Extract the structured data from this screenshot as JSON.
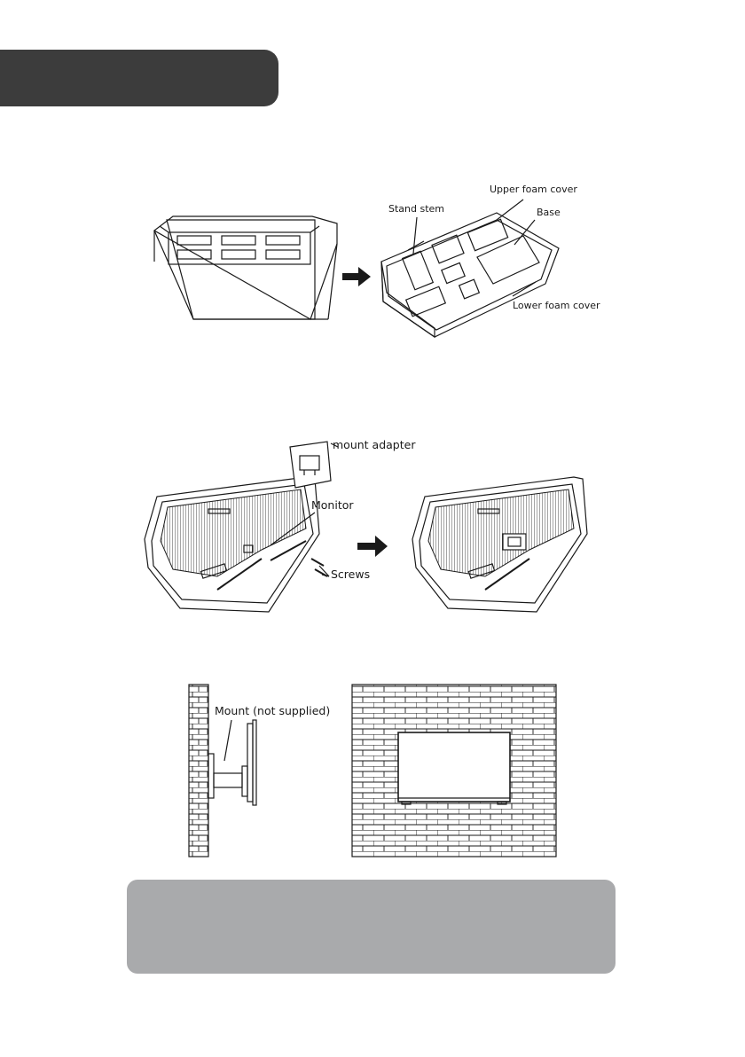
{
  "figure_unpack": {
    "labels": {
      "upper_foam_cover": "Upper foam cover",
      "stand_stem": "Stand stem",
      "base": "Base",
      "lower_foam_cover": "Lower foam cover"
    }
  },
  "figure_mount": {
    "labels": {
      "mount_adapter": "mount adapter",
      "monitor": "Monitor",
      "screws": "Screws"
    }
  },
  "figure_wall": {
    "labels": {
      "mount": "Mount (not supplied)"
    }
  },
  "colors": {
    "header": "#3c3c3c",
    "note_box": "#a9aaac",
    "line": "#1a1a1a"
  }
}
